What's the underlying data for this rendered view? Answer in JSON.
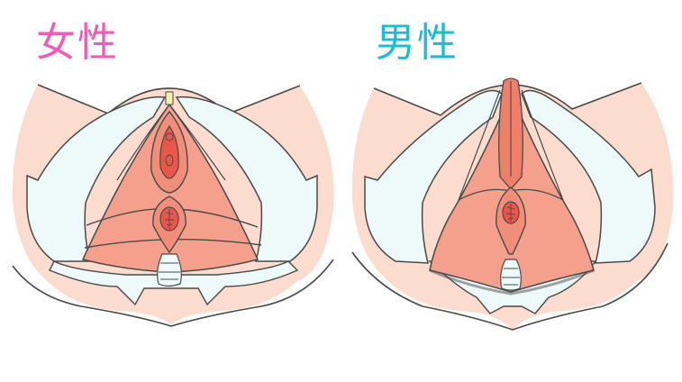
{
  "figure": {
    "description": "Pelvic floor muscles comparison illustration",
    "colors": {
      "skin": "#fbdccf",
      "bone": "#eef9f9",
      "muscle": "#f4a08c",
      "muscle_dark": "#ee7f6b",
      "organ": "#e9564a",
      "outline": "#4a4a4a",
      "female_label": "#f25cb8",
      "male_label": "#1cbcd6"
    },
    "panels": [
      {
        "id": "female",
        "label": "女性"
      },
      {
        "id": "male",
        "label": "男性"
      }
    ]
  }
}
